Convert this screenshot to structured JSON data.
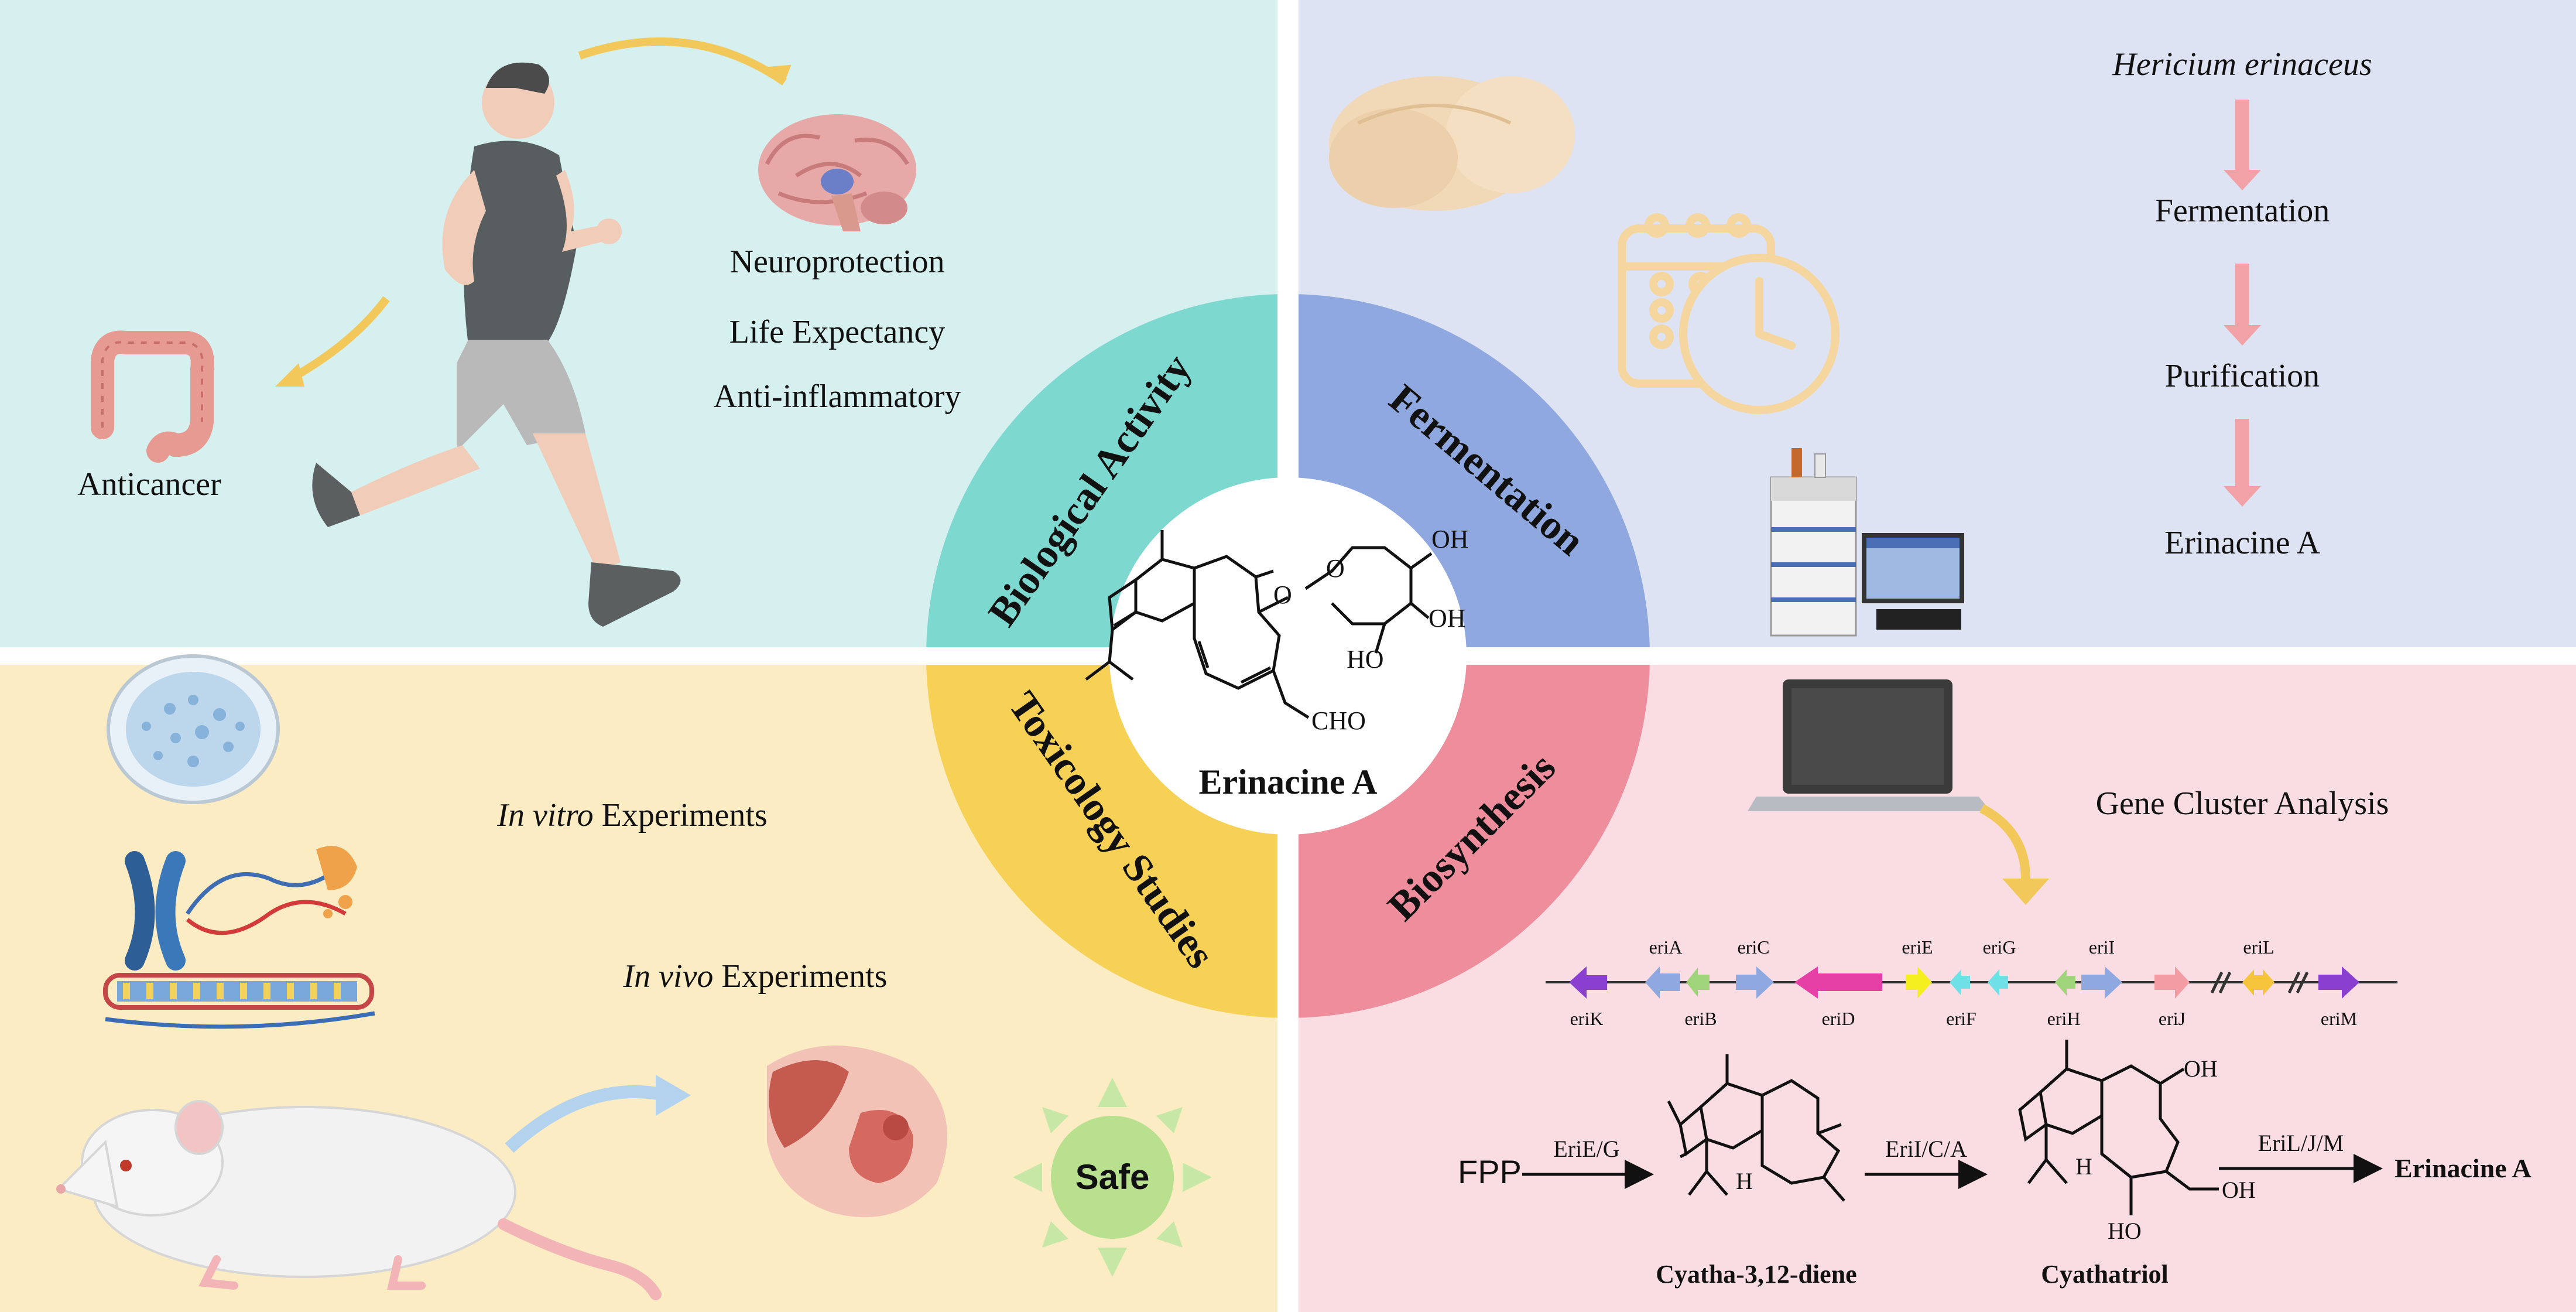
{
  "center": {
    "compound": "Erinacine A",
    "ring_labels": [
      "Biological Activity",
      "Fermentation",
      "Toxicology Studies",
      "Biosynthesis"
    ],
    "chem_labels": {
      "oh1": "OH",
      "oh2": "OH",
      "ho": "HO",
      "o_ring": "O",
      "o_link": "O",
      "cho": "CHO"
    }
  },
  "bio_activity": {
    "effects": [
      "Neuroprotection",
      "Life Expectancy",
      "Anti-inflammatory"
    ],
    "anticancer": "Anticancer"
  },
  "fermentation": {
    "steps": [
      "Hericium erinaceus",
      "Fermentation",
      "Purification",
      "Erinacine A"
    ]
  },
  "toxicology": {
    "in_vitro_em": "In vitro",
    "in_vitro_rest": " Experiments",
    "in_vivo_em": "In vivo",
    "in_vivo_rest": " Experiments",
    "safe": "Safe"
  },
  "biosynthesis": {
    "gene_cluster_title": "Gene Cluster Analysis",
    "genes_top": [
      "eriA",
      "eriC",
      "eriE",
      "eriG",
      "eriI",
      "eriL"
    ],
    "genes_bottom": [
      "eriK",
      "eriB",
      "eriD",
      "eriF",
      "eriH",
      "eriJ",
      "eriM"
    ],
    "pathway": {
      "start": "FPP",
      "enzyme1": "EriE/G",
      "intermediate1": "Cyatha-3,12-diene",
      "enzyme2": "EriI/C/A",
      "intermediate2": "Cyathatriol",
      "enzyme3": "EriL/J/M",
      "product": "Erinacine A",
      "chem": {
        "h1": "H",
        "h2": "H",
        "oh_top": "OH",
        "oh_side": "OH",
        "ho_bottom": "HO"
      }
    }
  },
  "colors": {
    "bio_bg": "#d5f0ee",
    "ferm_bg": "#dee3f3",
    "tox_bg": "#fbecc4",
    "bios_bg": "#fadde2",
    "ring_bio": "#7dd8cf",
    "ring_ferm": "#8fa9e0",
    "ring_tox": "#f7d156",
    "ring_bios": "#ee8e9c"
  }
}
